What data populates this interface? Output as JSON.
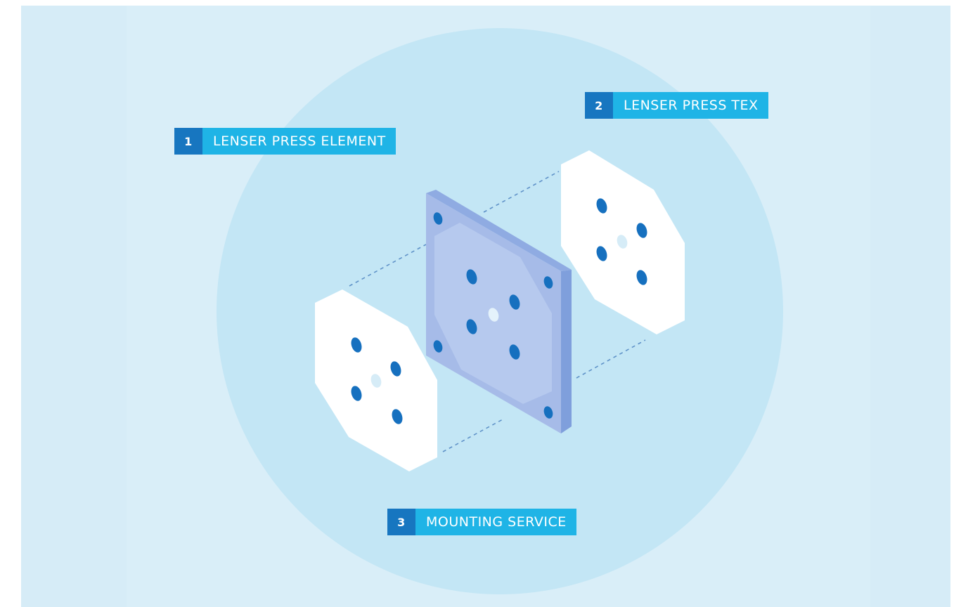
{
  "labels": [
    {
      "number": "1",
      "text": "LENSER PRESS ELEMENT"
    },
    {
      "number": "2",
      "text": "LENSER PRESS TEX"
    },
    {
      "number": "3",
      "text": "MOUNTING SERVICE"
    }
  ],
  "colors": {
    "background": "#d6ecf7",
    "circle": "#c3e6f5",
    "label_number_bg": "#1776c0",
    "label_text_bg": "#1fb4e6",
    "plate_face": "#b2c6ec",
    "plate_edge": "#7f9fdc",
    "filter_cloth": "#ffffff",
    "hole": "#1670bf",
    "center_hole": "#d6ecf7",
    "dashed_line": "#5f92c8"
  }
}
